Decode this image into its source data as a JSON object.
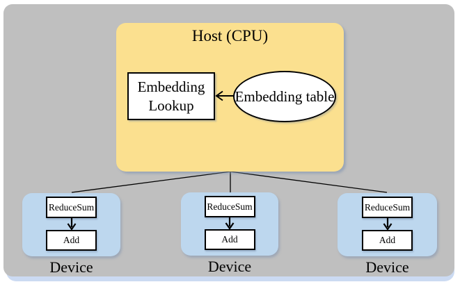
{
  "host": {
    "title": "Host (CPU)",
    "lookup_box_label": "Embedding Lookup",
    "table_ellipse_label": "Embedding table"
  },
  "devices": [
    {
      "reduce_label": "ReduceSum",
      "add_label": "Add",
      "label": "Device"
    },
    {
      "reduce_label": "ReduceSum",
      "add_label": "Add",
      "label": "Device"
    },
    {
      "reduce_label": "ReduceSum",
      "add_label": "Add",
      "label": "Device"
    }
  ],
  "colors": {
    "canvas_gray": "#bfbfbf",
    "host_yellow": "#fbe08f",
    "device_blue": "#bdd7ee",
    "bottom_shadow_blue": "#cbdaf2",
    "line_black": "#000000"
  }
}
